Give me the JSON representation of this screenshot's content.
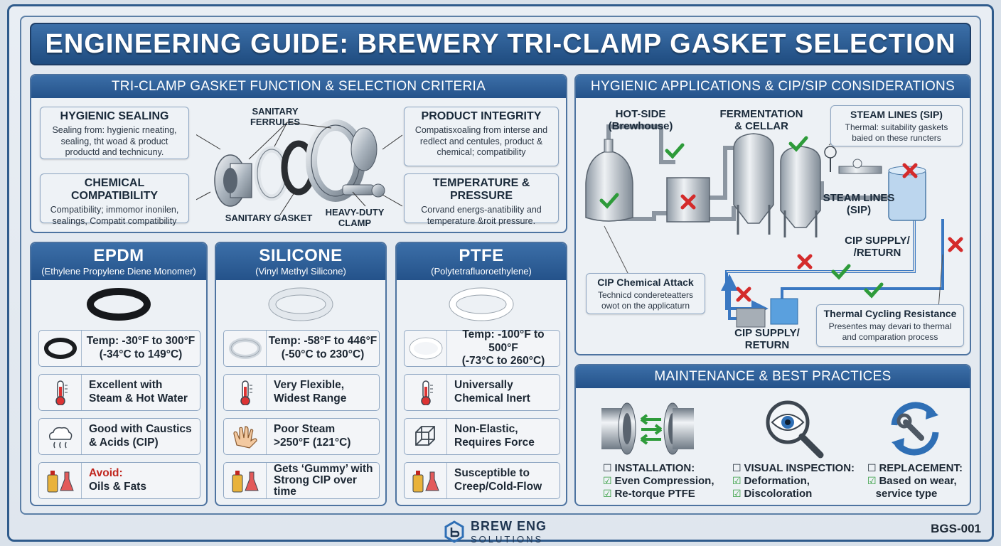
{
  "title": "ENGINEERING GUIDE: BREWERY TRI-CLAMP GASKET SELECTION",
  "colors": {
    "primary": "#2f5b8c",
    "header": "#3c6fa8",
    "check": "#2e9b3a",
    "cross": "#d42b2b",
    "avoid": "#c0261e"
  },
  "function_panel": {
    "heading": "TRI-CLAMP GASKET FUNCTION & SELECTION CRITERIA",
    "hygienic": {
      "title": "HYGIENIC SEALING",
      "text": "Sealing from: hygienic rneating, sealing, tht woad & product productd and technicuny."
    },
    "chemical": {
      "title": "CHEMICAL COMPATIBILITY",
      "text": "Compatibility; immomor inonilen, sealings, Compatit compatibility"
    },
    "product": {
      "title": "PRODUCT INTEGRITY",
      "text": "Compatisxoaling from interse and redlect and centules, product & chemical; compatibility"
    },
    "temperature": {
      "title": "TEMPERATURE & PRESSURE",
      "text": "Corvand energs-anatibility and temperature &roit pressure."
    },
    "labels": {
      "ferrules": "SANITARY FERRULES",
      "gasket": "SANITARY GASKET",
      "clamp": "HEAVY-DUTY CLAMP"
    }
  },
  "materials": [
    {
      "name": "EPDM",
      "subtitle": "(Ethylene Propylene Diene Monomer)",
      "rows": [
        {
          "icon": "black-gasket-icon",
          "line1": "Temp: -30°F to 300°F",
          "line2": "(-34°C to 149°C)"
        },
        {
          "icon": "thermometer-icon",
          "line1": "Excellent with",
          "line2": "Steam & Hot Water"
        },
        {
          "icon": "steam-cloud-icon",
          "line1": "Good with Caustics",
          "line2": "& Acids (CIP)"
        },
        {
          "icon": "chemical-bottles-icon",
          "line1": "Avoid:",
          "line2": "Oils & Fats"
        }
      ]
    },
    {
      "name": "SILICONE",
      "subtitle": "(Vinyl Methyl Silicone)",
      "rows": [
        {
          "icon": "clear-gasket-icon",
          "line1": "Temp: -58°F to 446°F",
          "line2": "(-50°C to 230°C)"
        },
        {
          "icon": "thermometer-icon",
          "line1": "Very Flexible,",
          "line2": "Widest Range"
        },
        {
          "icon": "hand-icon",
          "line1": "Poor Steam",
          "line2": ">250°F (121°C)"
        },
        {
          "icon": "chemical-bottles-icon",
          "line1": "Gets ‘Gummy’ with",
          "line2": "Strong CIP over",
          "line3": "time"
        }
      ]
    },
    {
      "name": "PTFE",
      "subtitle": "(Polytetrafluoroethylene)",
      "rows": [
        {
          "icon": "white-gasket-icon",
          "line1": "Temp: -100°F to 500°F",
          "line2": "(-73°C to 260°C)"
        },
        {
          "icon": "thermometer-icon",
          "line1": "Universally",
          "line2": "Chemical Inert"
        },
        {
          "icon": "molecule-cube-icon",
          "line1": "Non-Elastic,",
          "line2": "Requires Force"
        },
        {
          "icon": "chemical-bottles-icon",
          "line1": "Susceptible to",
          "line2": "Creep/Cold-Flow"
        }
      ]
    }
  ],
  "hygienic_panel": {
    "heading": "HYGIENIC APPLICATIONS & CIP/SIP CONSIDERATIONS",
    "hotside": "HOT-SIDE\n(Brewhouse)",
    "fermentation": "FERMENTATION\n& CELLAR",
    "steam_lines": "STEAM LINES\n(SIP)",
    "cip_supply_right": "CIP SUPPLY/\n/RETURN",
    "cip_supply_bottom": "CIP SUPPLY/\nRETURN",
    "steam_box": {
      "title": "STEAM LINES (SIP)",
      "text": "Thermal: suitability gaskets baied on these runcters"
    },
    "cip_box": {
      "title": "CIP Chemical Attack",
      "text": "Technicd condereteatters owot on the applicaturn"
    },
    "thermal_box": {
      "title": "Thermal Cycling Resistance",
      "text": "Presentes may devari to thermal and comparation process"
    }
  },
  "maintenance_panel": {
    "heading": "MAINTENANCE & BEST PRACTICES",
    "items": [
      {
        "icon": "pipe-ferrule-icon",
        "l1": "INSTALLATION:",
        "l2": "Even Compression,",
        "l3": "Re-torque PTFE"
      },
      {
        "icon": "magnifier-eye-icon",
        "l1": "VISUAL INSPECTION:",
        "l2": "Deformation,",
        "l3": "Discoloration"
      },
      {
        "icon": "wrench-cycle-icon",
        "l1": "REPLACEMENT:",
        "l2": "Based on wear,",
        "l3": "service type"
      }
    ]
  },
  "footer": {
    "brand_line1": "BREW ENG",
    "brand_line2": "SOLUTIONS",
    "code": "BGS-001"
  }
}
